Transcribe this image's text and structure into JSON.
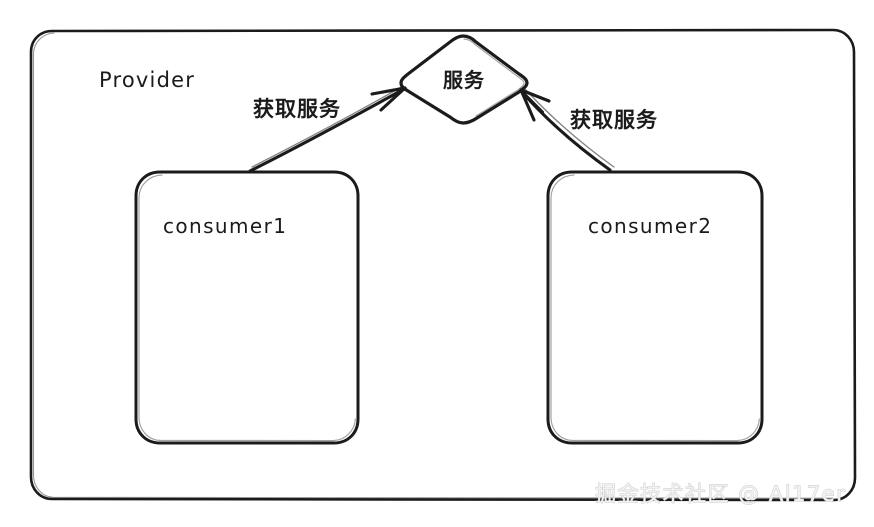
{
  "diagram": {
    "type": "architecture-flow",
    "title_label": "Provider",
    "background_color": "#ffffff",
    "stroke_color": "#1b1b1b",
    "style": "hand-drawn-sketch",
    "container": {
      "name": "Provider",
      "label": "Provider",
      "shape": "rounded-rectangle"
    },
    "nodes": [
      {
        "id": "service",
        "label": "服务",
        "shape": "diamond",
        "role": "service-registry"
      },
      {
        "id": "consumer1",
        "label": "consumer1",
        "shape": "rounded-rectangle",
        "role": "consumer"
      },
      {
        "id": "consumer2",
        "label": "consumer2",
        "shape": "rounded-rectangle",
        "role": "consumer"
      }
    ],
    "edges": [
      {
        "id": "edge-consumer1-service",
        "from": "consumer1",
        "to": "service",
        "label": "获取服务",
        "direction": "up-right"
      },
      {
        "id": "edge-consumer2-service",
        "from": "consumer2",
        "to": "service",
        "label": "获取服务",
        "direction": "up-left"
      }
    ],
    "watermark": {
      "text": "掘金技术社区 @ Al17er",
      "color": "#e8e8e8"
    }
  }
}
